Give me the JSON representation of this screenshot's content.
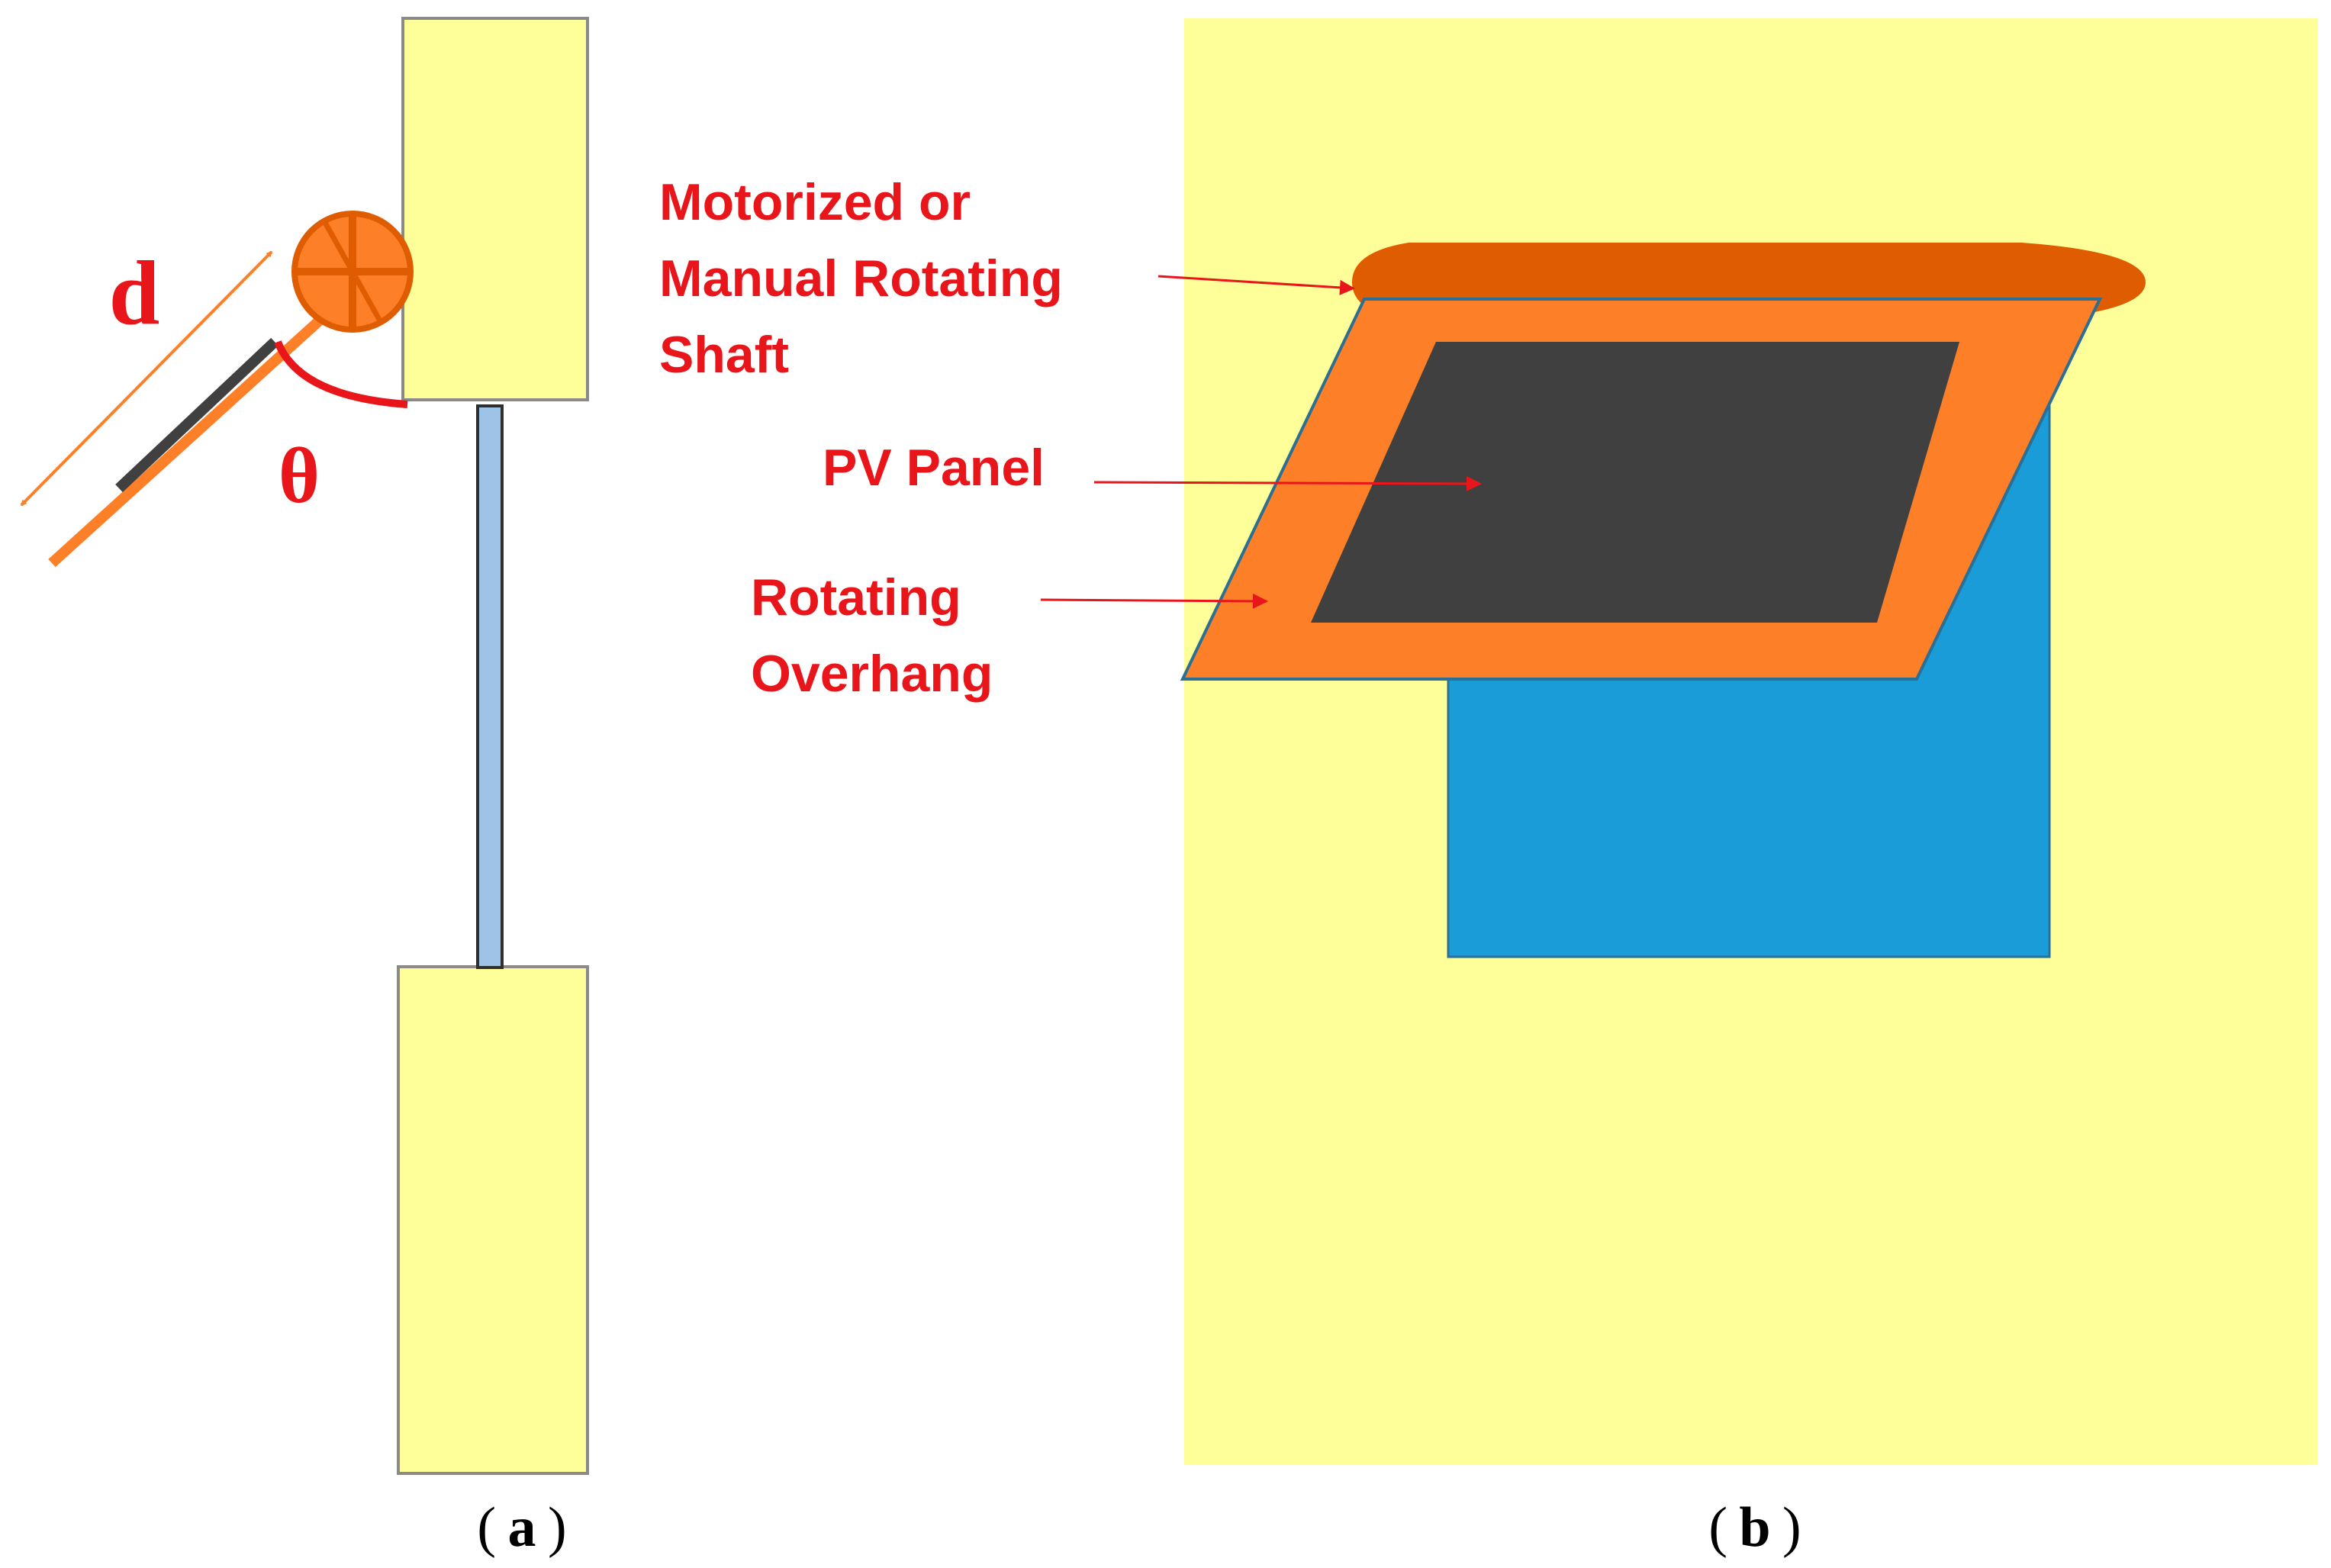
{
  "panel_a": {
    "caption_letter": "a",
    "symbols": {
      "distance": "d",
      "angle": "θ"
    }
  },
  "panel_b": {
    "caption_letter": "b",
    "labels": {
      "shaft_line1": "Motorized or",
      "shaft_line2": "Manual Rotating",
      "shaft_line3": "Shaft",
      "pv_panel": "PV Panel",
      "overhang_line1": "Rotating",
      "overhang_line2": "Overhang"
    }
  },
  "colors": {
    "wall": "#ffff99",
    "window_glass": "#1a9cd8",
    "glass_section": "#9dc3e6",
    "overhang": "#fd7f27",
    "shaft": "#e05c00",
    "pv_panel": "#404040",
    "label_red": "#e8151b"
  }
}
